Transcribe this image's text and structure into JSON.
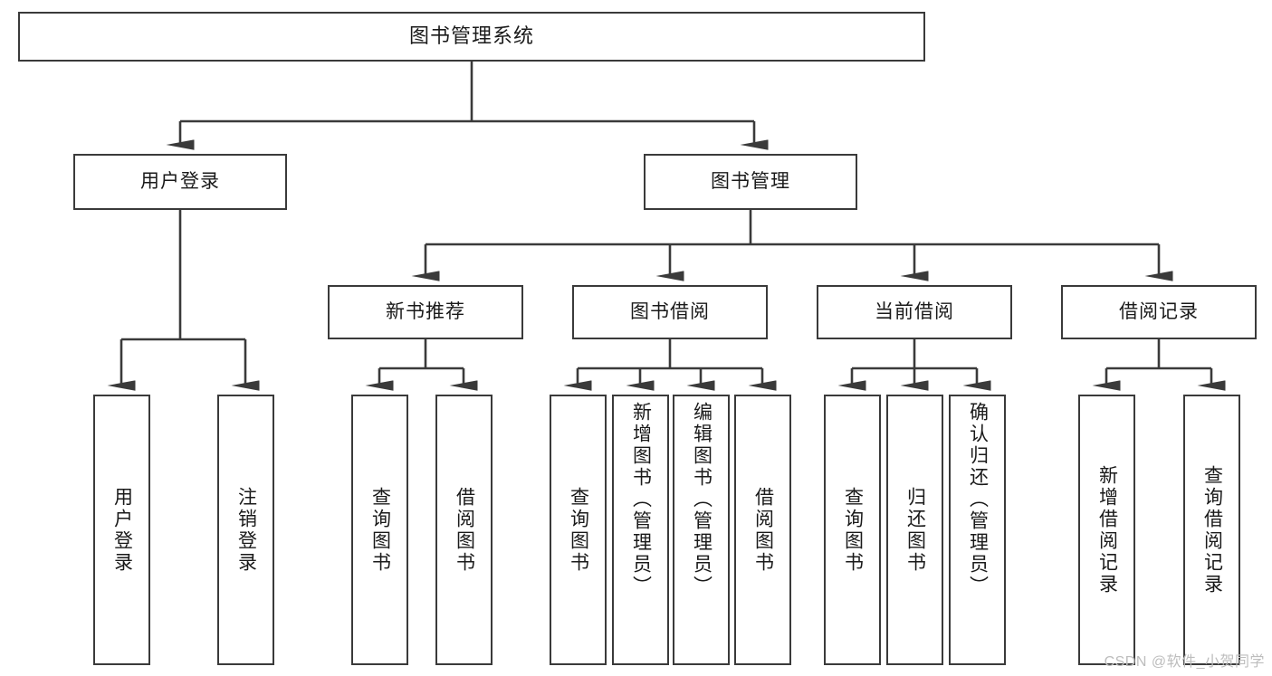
{
  "diagram": {
    "title": "图书管理系统",
    "type": "hierarchy-tree",
    "watermark": "CSDN @软件_小贺同学",
    "colors": {
      "stroke": "#3a3a3a",
      "fill": "#ffffff",
      "text": "#1a1a1a",
      "watermark": "#bdbdbd"
    },
    "root": {
      "label": "图书管理系统"
    },
    "level1": [
      {
        "label": "用户登录"
      },
      {
        "label": "图书管理"
      }
    ],
    "level2": [
      {
        "label": "新书推荐"
      },
      {
        "label": "图书借阅"
      },
      {
        "label": "当前借阅"
      },
      {
        "label": "借阅记录"
      }
    ],
    "leaves": {
      "user_login": [
        {
          "label": "用户登录"
        },
        {
          "label": "注销登录"
        }
      ],
      "new_book": [
        {
          "label": "查询图书"
        },
        {
          "label": "借阅图书"
        }
      ],
      "book_borrow": [
        {
          "label": "查询图书"
        },
        {
          "label": "新增图书（管理员）"
        },
        {
          "label": "编辑图书（管理员）"
        },
        {
          "label": "借阅图书"
        }
      ],
      "current_borrow": [
        {
          "label": "查询图书"
        },
        {
          "label": "归还图书"
        },
        {
          "label": "确认归还（管理员）"
        }
      ],
      "borrow_record": [
        {
          "label": "新增借阅记录"
        },
        {
          "label": "查询借阅记录"
        }
      ]
    }
  }
}
